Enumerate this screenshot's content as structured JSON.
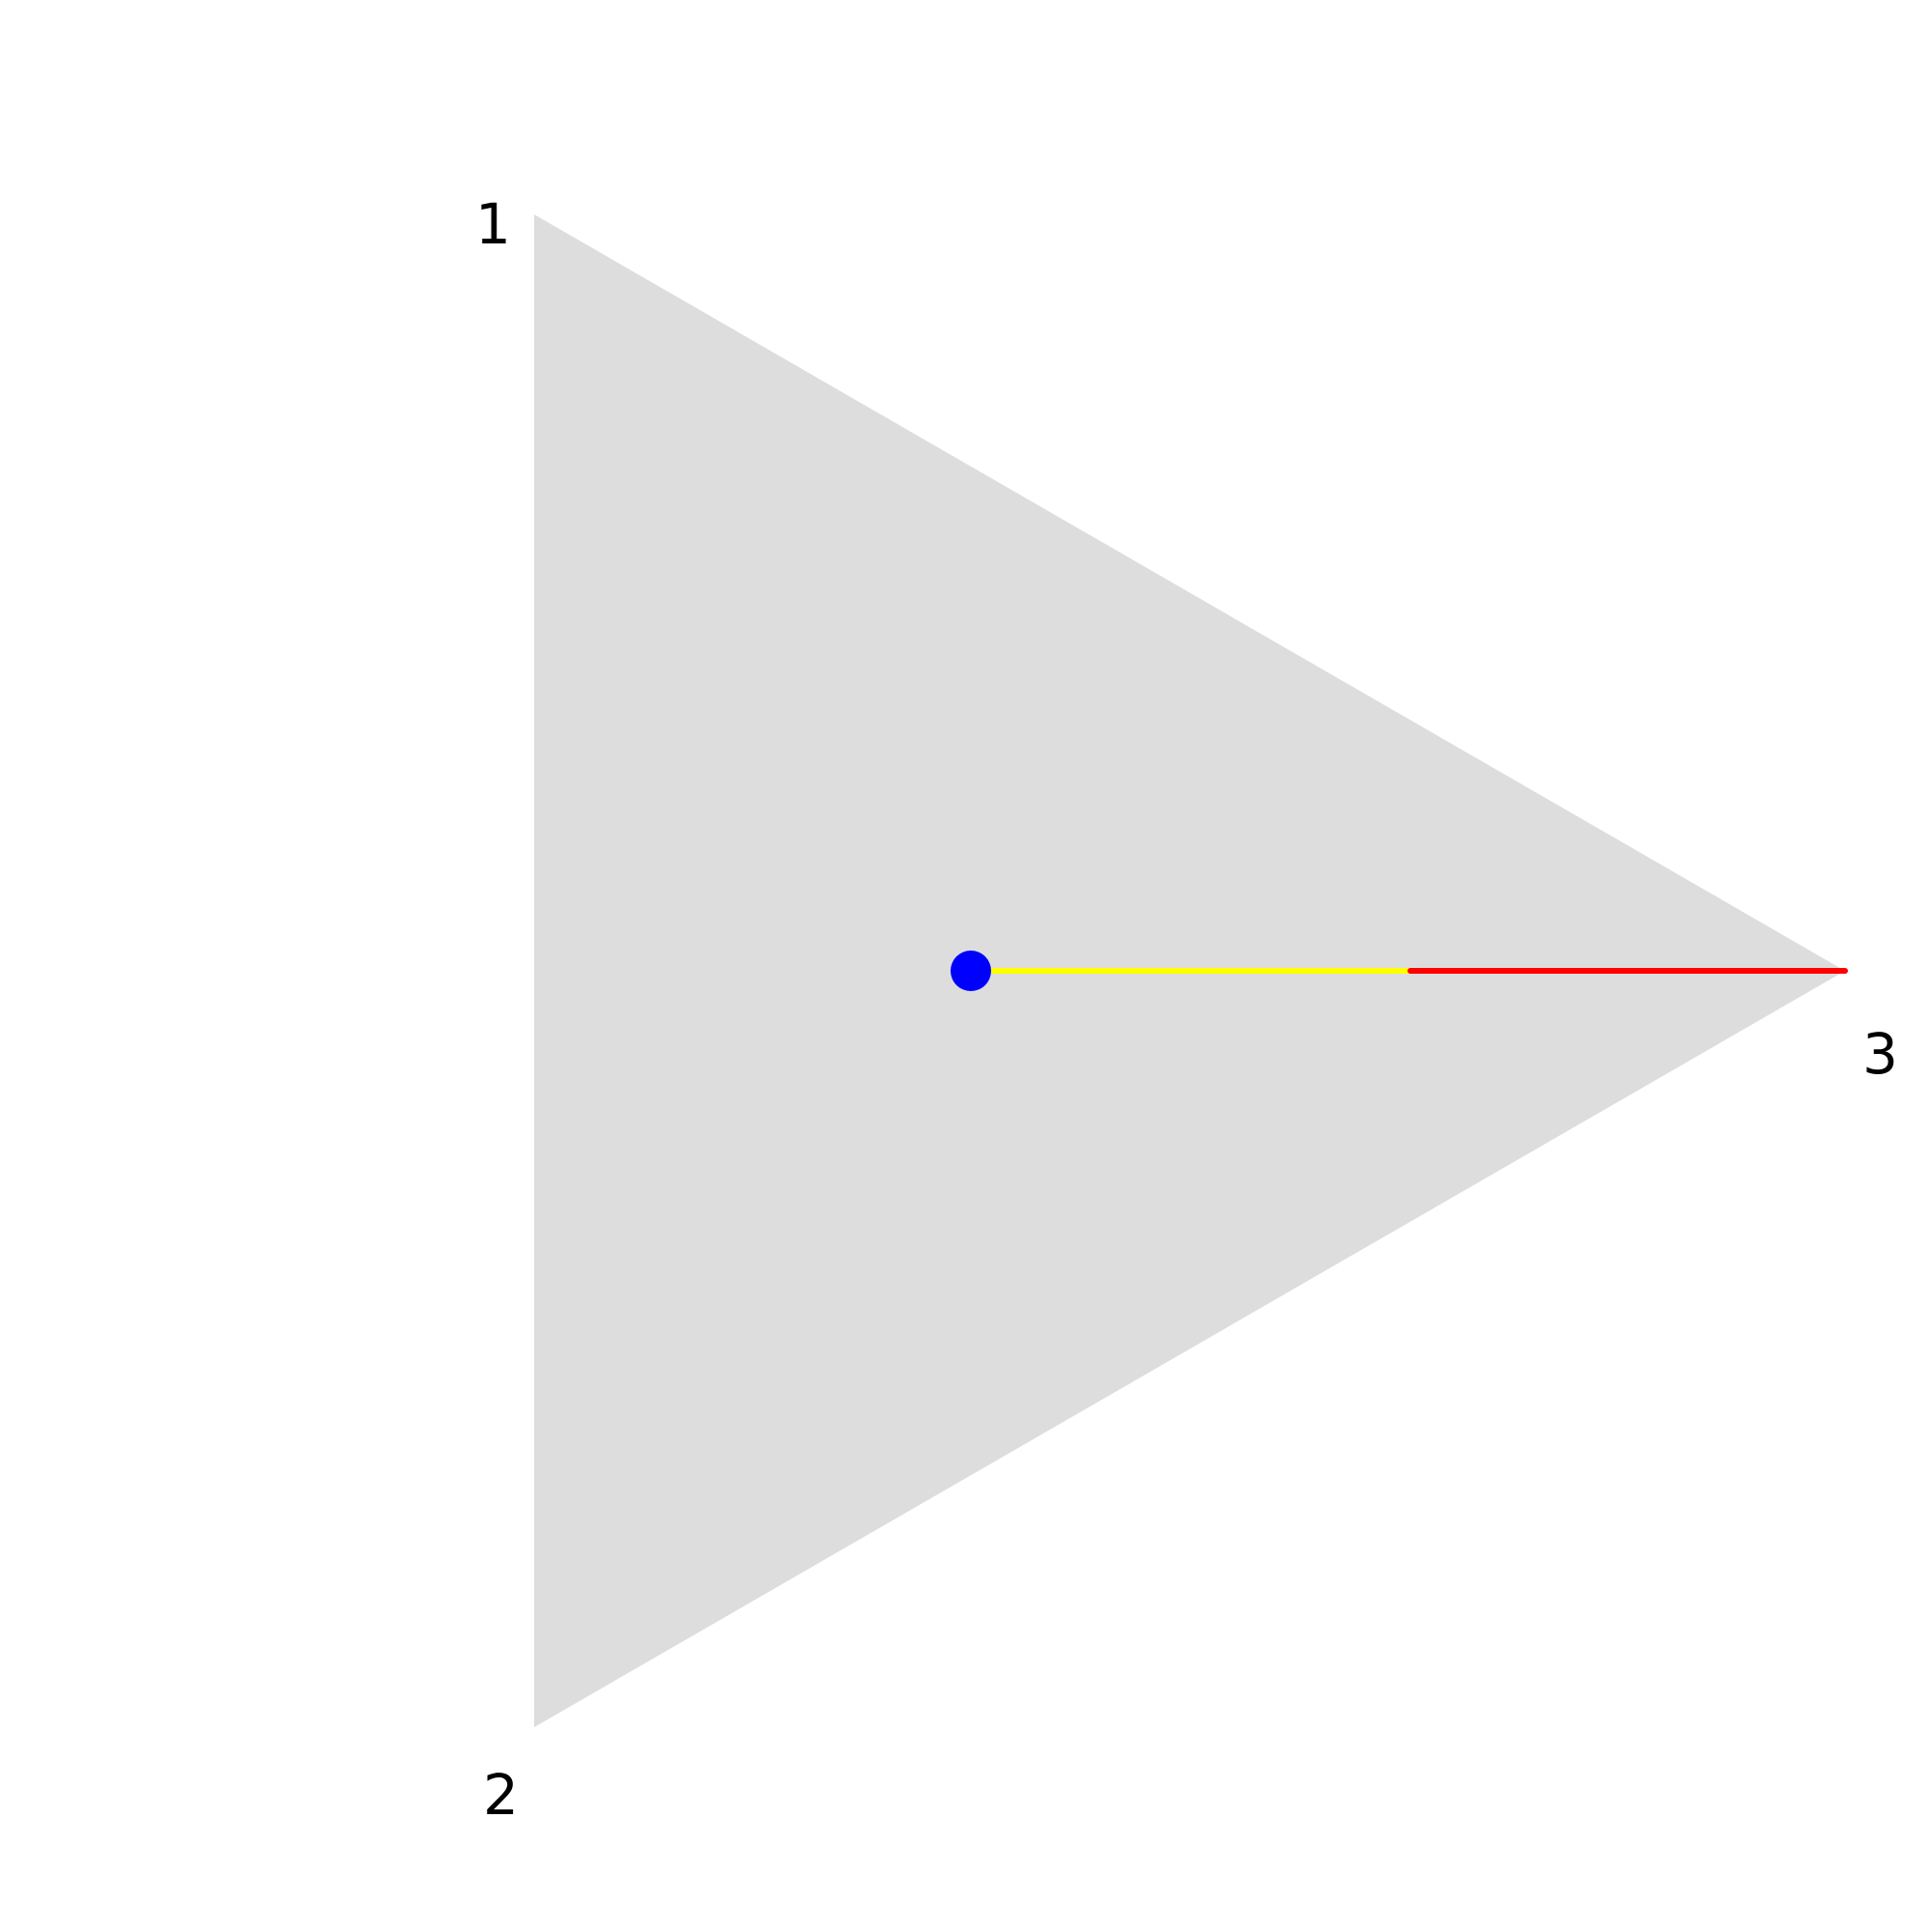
{
  "diagram": {
    "triangle": {
      "fill": "#dddddd",
      "vertices": [
        {
          "label": "1"
        },
        {
          "label": "2"
        },
        {
          "label": "3"
        }
      ]
    },
    "point": {
      "color": "#0000ff"
    },
    "segments": [
      {
        "color": "#ffff00"
      },
      {
        "color": "#ff0000"
      }
    ]
  }
}
